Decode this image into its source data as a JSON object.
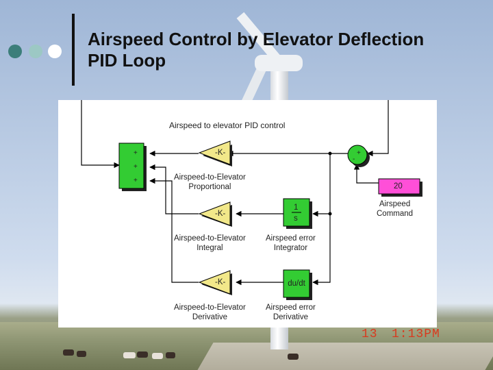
{
  "slide": {
    "title_line1": "Airspeed Control by Elevator Deflection",
    "title_line2": "PID Loop",
    "bullet_colors": [
      "#3c7e7a",
      "#9cc8c4",
      "#ffffff"
    ]
  },
  "diagram": {
    "heading": "Airspeed to elevator PID control",
    "gain_symbol": "-K-",
    "sum_signs": [
      "+",
      "+",
      "+"
    ],
    "compare_signs": [
      "+",
      "-"
    ],
    "integrator_num": "1",
    "integrator_den": "s",
    "derivative_symbol": "du/dt",
    "command_value": "20",
    "labels": {
      "prop_line1": "Airspeed-to-Elevator",
      "prop_line2": "Proportional",
      "int_gain_line1": "Airspeed-to-Elevator",
      "int_gain_line2": "Integral",
      "integrator_line1": "Airspeed error",
      "integrator_line2": "Integrator",
      "der_gain_line1": "Airspeed-to-Elevator",
      "der_gain_line2": "Derivative",
      "derivative_line1": "Airspeed error",
      "derivative_line2": "Derivative",
      "command_line1": "Airspeed",
      "command_line2": "Command"
    },
    "colors": {
      "gain": "#f2e88a",
      "sum": "#33cc33",
      "command": "#ff4fd8"
    }
  },
  "photo_overlay": {
    "day": "13",
    "time": "1:13PM"
  }
}
